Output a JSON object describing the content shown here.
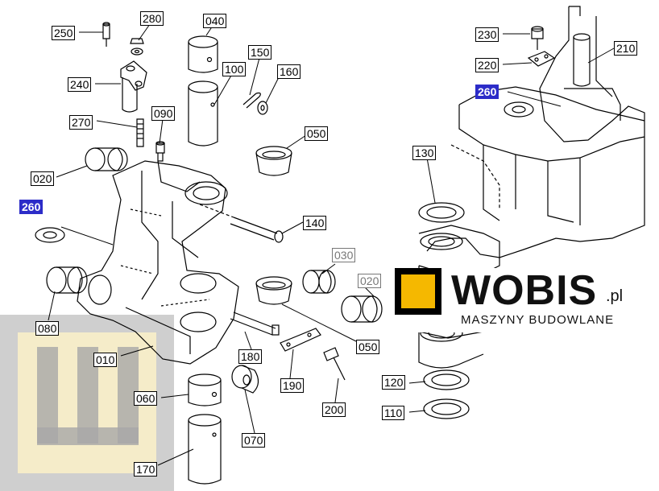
{
  "colors": {
    "highlight": "#2c2cc8",
    "watermark_grey": "#a8a8a8",
    "watermark_cream": "#fbf1c8",
    "brand_yellow": "#f5b800"
  },
  "labels": {
    "l250": "250",
    "l280": "280",
    "l040": "040",
    "l150": "150",
    "l160": "160",
    "l100": "100",
    "l240": "240",
    "l090": "090",
    "l270": "270",
    "l050a": "050",
    "l020a": "020",
    "l260a": "260",
    "l140": "140",
    "l030": "030",
    "l020b": "020",
    "l080": "080",
    "l010": "010",
    "l050b": "050",
    "l180": "180",
    "l190": "190",
    "l060": "060",
    "l200": "200",
    "l070": "070",
    "l170": "170",
    "l230": "230",
    "l220": "220",
    "l210": "210",
    "l260b": "260",
    "l130": "130",
    "l120": "120",
    "l110": "110"
  },
  "brand": {
    "name": "WOBIS",
    "tld": ".pl",
    "tagline": "MASZYNY BUDOWLANE"
  }
}
